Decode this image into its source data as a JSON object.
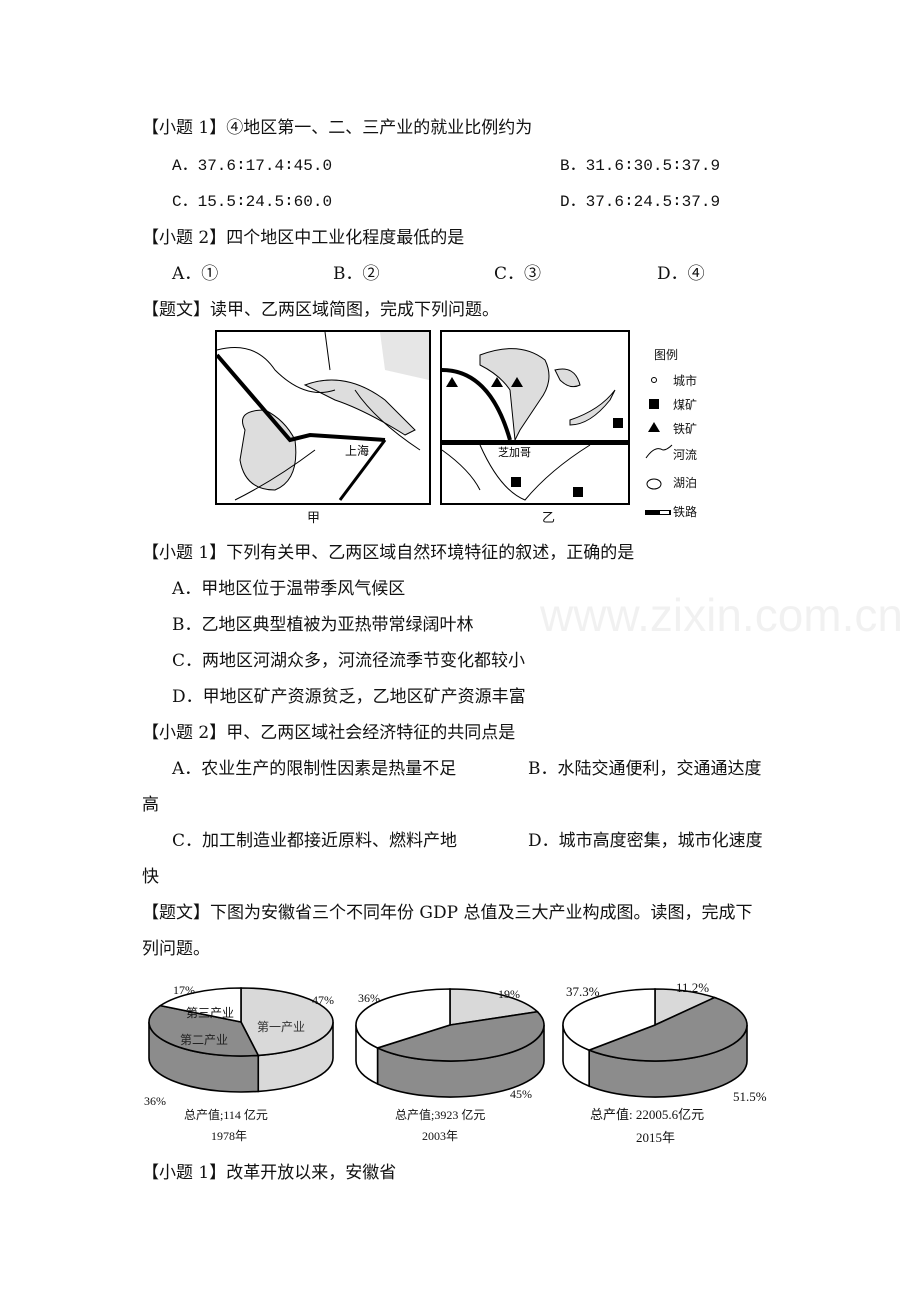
{
  "q1": {
    "stem": "【小题 1】④地区第一、二、三产业的就业比例约为",
    "a": "A．37.6∶17.4∶45.0",
    "b": "B．31.6∶30.5∶37.9",
    "c": "C．15.5∶24.5∶60.0",
    "d": "D．37.6∶24.5∶37.9"
  },
  "q2": {
    "stem": "【小题 2】四个地区中工业化程度最低的是",
    "a": "A．①",
    "b": "B．②",
    "c": "C．③",
    "d": "D．④"
  },
  "passage1": "【题文】读甲、乙两区域简图，完成下列问题。",
  "map": {
    "city_label_a": "上海",
    "city_label_b": "芝加哥",
    "caption_a": "甲",
    "caption_b": "乙",
    "legend": {
      "title": "图例",
      "items": [
        {
          "icon": "city-dot",
          "label": "城市"
        },
        {
          "icon": "coal-square",
          "label": "煤矿"
        },
        {
          "icon": "iron-triangle",
          "label": "铁矿"
        },
        {
          "icon": "river-line",
          "label": "河流"
        },
        {
          "icon": "lake-ellipse",
          "label": "湖泊"
        },
        {
          "icon": "railway-bar",
          "label": "铁路"
        }
      ]
    }
  },
  "q3": {
    "stem": "【小题 1】下列有关甲、乙两区域自然环境特征的叙述，正确的是",
    "a": "A．甲地区位于温带季风气候区",
    "b": "B．乙地区典型植被为亚热带常绿阔叶林",
    "c": "C．两地区河湖众多，河流径流季节变化都较小",
    "d": "D．甲地区矿产资源贫乏，乙地区矿产资源丰富"
  },
  "q4": {
    "stem": "【小题 2】甲、乙两区域社会经济特征的共同点是",
    "a": "A．农业生产的限制性因素是热量不足",
    "b": "B．水陆交通便利，交通通达度",
    "b2": "高",
    "c": "C．加工制造业都接近原料、燃料产地",
    "d": "D．城市高度密集，城市化速度",
    "d2": "快"
  },
  "passage2": {
    "line1": "【题文】下图为安徽省三个不同年份 GDP 总值及三大产业构成图。读图，完成下",
    "line2": "列问题。"
  },
  "watermark": "www.zixin.com.cn",
  "chart_data": [
    {
      "type": "pie",
      "year": "1978年",
      "total": "总产值;114 亿元",
      "categories": [
        "第一产业",
        "第二产业",
        "第三产业"
      ],
      "values": [
        47,
        36,
        17
      ],
      "labels": [
        "47%",
        "36%",
        "17%"
      ]
    },
    {
      "type": "pie",
      "year": "2003年",
      "total": "总产值;3923 亿元",
      "categories": [
        "第一产业",
        "第二产业",
        "第三产业"
      ],
      "values": [
        19,
        45,
        36
      ],
      "labels": [
        "19%",
        "45%",
        "36%"
      ]
    },
    {
      "type": "pie",
      "year": "2015年",
      "total": "总产值: 22005.6亿元",
      "categories": [
        "第一产业",
        "第二产业",
        "第三产业"
      ],
      "values": [
        11.2,
        51.5,
        37.3
      ],
      "labels": [
        "11.2%",
        "51.5%",
        "37.3%"
      ]
    }
  ],
  "colors": {
    "primary": "#d9d9d9",
    "secondary": "#8c8c8c",
    "tertiary": "#ffffff"
  },
  "q5": {
    "stem": "【小题 1】改革开放以来，安徽省"
  }
}
